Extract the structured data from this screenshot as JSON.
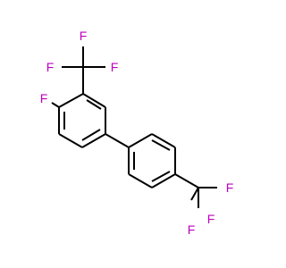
{
  "molecule": {
    "atom_color": "#bf00bf",
    "bond_color": "#000000",
    "labels": {
      "ring1_fluorine": "F",
      "cf3_top_f1": "F",
      "cf3_top_f2": "F",
      "cf3_top_f3": "F",
      "cf3_bottom_f1": "F",
      "cf3_bottom_f2": "F",
      "cf3_bottom_f3": "F"
    }
  }
}
